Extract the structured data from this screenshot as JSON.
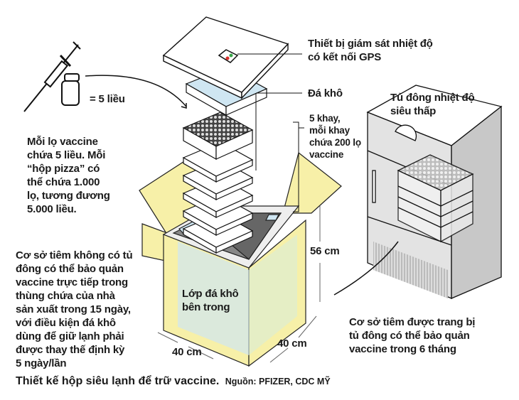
{
  "labels": {
    "dose_equation": "= 5 liều",
    "vial_info": [
      "Mỗi lọ vaccine",
      "chứa 5 liều. Mỗi",
      "“hộp pizza” có",
      "thể chứa 1.000",
      "lọ, tương đương",
      "5.000 liều."
    ],
    "gps_monitor": [
      "Thiết bị giám sát nhiệt độ",
      "có kết nối GPS"
    ],
    "dry_ice": "Đá khô",
    "trays": [
      "5 khay,",
      "mỗi khay",
      "chứa 200 lọ",
      "vaccine"
    ],
    "freezer": [
      "Tủ đông nhiệt độ",
      "siêu thấp"
    ],
    "no_freezer_info": [
      "Cơ sở tiêm không có tủ",
      "đông có thể bảo quản",
      "vaccine trực tiếp trong",
      "thùng chứa của nhà",
      "sản xuất trong 15 ngày,",
      "với điều kiện đá khô",
      "dùng để giữ lạnh phải",
      "được thay thế định kỳ",
      "5 ngày/lần"
    ],
    "inner_dry_ice": [
      "Lớp đá khô",
      "bên trong"
    ],
    "height_dim": "56 cm",
    "width_dim": "40 cm",
    "depth_dim": "40 cm",
    "freezer_info": [
      "Cơ sở tiêm được trang bị",
      "tủ đông có thể bảo quản",
      "vaccine trong 6 tháng"
    ]
  },
  "caption": {
    "title": "Thiết kế hộp siêu lạnh để trữ vaccine.",
    "source": "Nguồn: PFIZER, CDC MỸ"
  },
  "colors": {
    "box_yellow": "#f7f0a8",
    "dry_ice_blue": "#cfe6f2",
    "freezer_gray": "#dcdcdc",
    "freezer_side": "#c8c8c8",
    "led_green": "#3aa64a",
    "led_red": "#d9302c"
  }
}
